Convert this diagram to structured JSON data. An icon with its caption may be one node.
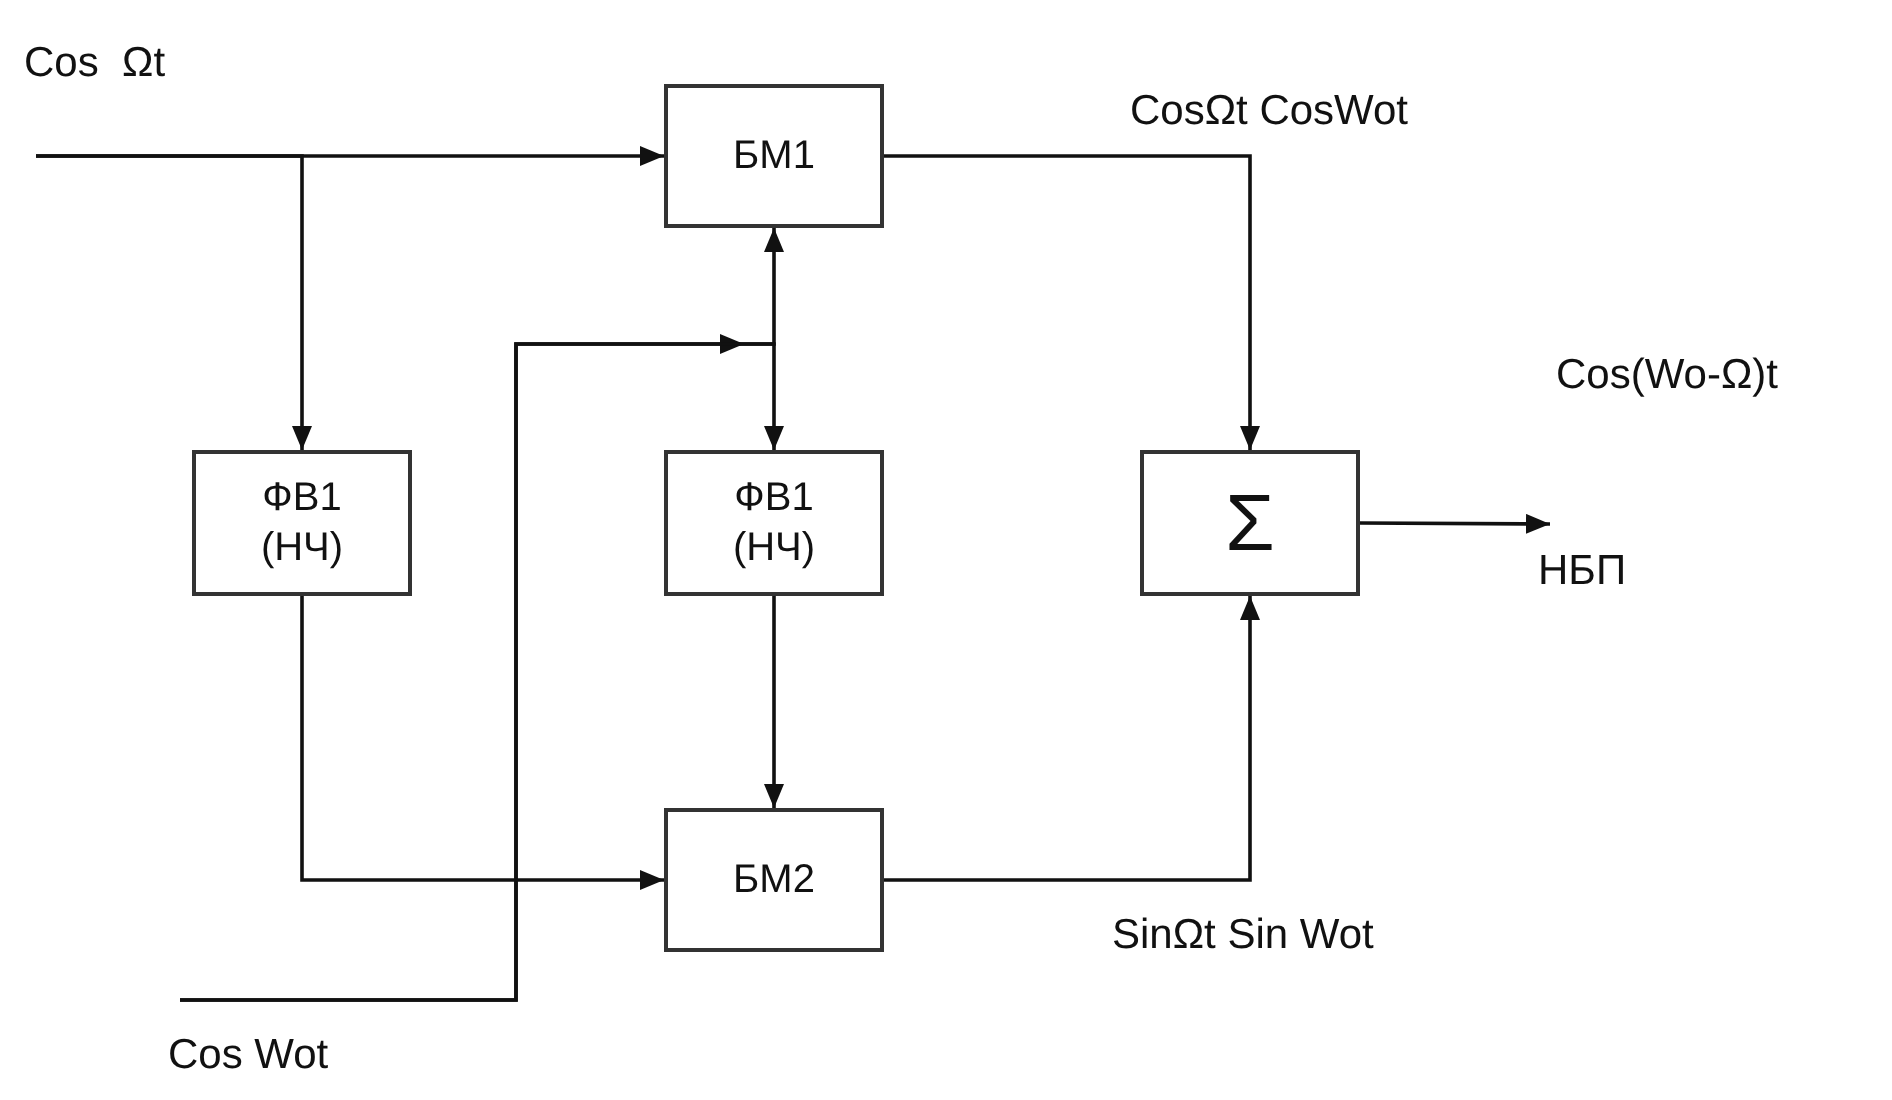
{
  "diagram": {
    "nodes": [
      {
        "text": [
          "Cos  Ωt"
        ]
      },
      {
        "text": [
          "БМ1"
        ]
      },
      {
        "text": [
          "ФВ1 (НЧ)"
        ]
      },
      {
        "text": [
          "Cos Wot"
        ]
      },
      {
        "text": [
          "ФВ1 (НЧ)"
        ]
      },
      {
        "text": [
          "Σ"
        ]
      },
      {
        "text": [
          "БМ2"
        ]
      },
      {
        "text": [
          "НБП"
        ]
      }
    ],
    "edges": [
      {
        "from": 0,
        "to": 1,
        "arrow": "to"
      },
      {
        "from": 0,
        "to": 2,
        "arrow": "to"
      },
      {
        "from": 3,
        "to": 1,
        "arrow": "to"
      },
      {
        "from": 3,
        "to": 4,
        "arrow": "to"
      },
      {
        "from": 2,
        "to": 6,
        "arrow": "to"
      },
      {
        "from": 4,
        "to": 6,
        "arrow": "to"
      },
      {
        "from": 1,
        "to": 5,
        "arrow": "to",
        "label": "CosΩt CosWot"
      },
      {
        "from": 6,
        "to": 5,
        "arrow": "to",
        "label": "SinΩt Sin Wot"
      },
      {
        "from": 5,
        "to": 7,
        "arrow": "to"
      }
    ],
    "labels": [
      "Cos(Wo-Ω)t"
    ]
  }
}
